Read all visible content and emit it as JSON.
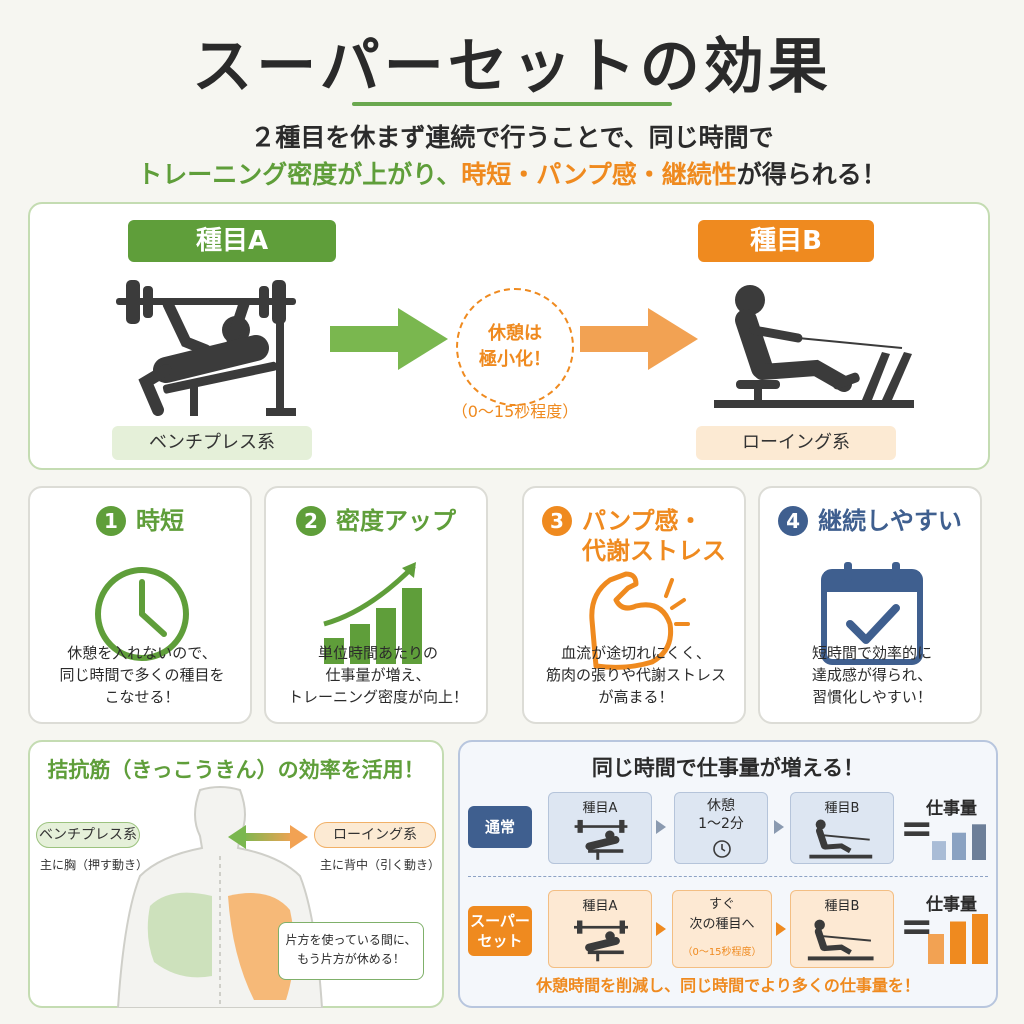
{
  "header": {
    "title": "スーパーセットの効果",
    "line1": "２種目を休まず連続で行うことで、同じ時間で",
    "line2_green": "トレーニング密度が上がり、",
    "line2_orange": "時短・パンプ感・継続性",
    "line2_tail": "が得られる！"
  },
  "flow": {
    "a_label": "種目A",
    "a_tag": "ベンチプレス系",
    "rest_line1": "休憩は",
    "rest_line2": "極小化！",
    "rest_seconds": "（0〜15秒程度）",
    "b_label": "種目B",
    "b_tag": "ローイング系"
  },
  "cards": [
    {
      "num": "1",
      "title": "時短",
      "text": "休憩を入れないので、\n同じ時間で多くの種目を\nこなせる！",
      "color": "#5f9e3a",
      "icon": "clock-icon"
    },
    {
      "num": "2",
      "title": "密度アップ",
      "text": "単位時間あたりの\n仕事量が増え、\nトレーニング密度が向上！",
      "color": "#5f9e3a",
      "icon": "bar-chart-up-icon"
    },
    {
      "num": "3",
      "title": "パンプ感・\n代謝ストレス",
      "text": "血流が途切れにくく、\n筋肉の張りや代謝ストレス\nが高まる！",
      "color": "#ef8a1f",
      "icon": "flexed-arm-icon"
    },
    {
      "num": "4",
      "title": "継続しやすい",
      "text": "短時間で効率的に\n達成感が得られ、\n習慣化しやすい！",
      "color": "#3f5f8f",
      "icon": "calendar-check-icon"
    }
  ],
  "antagonist": {
    "title": "拮抗筋（きっこうきん）の効率を活用！",
    "left_tag": "ベンチプレス系",
    "left_note": "主に胸（押す動き）",
    "right_tag": "ローイング系",
    "right_note": "主に背中（引く動き）",
    "bubble": "片方を使っている間に、\nもう片方が休める！"
  },
  "comparison": {
    "title": "同じ時間で仕事量が増える！",
    "normal_label": "通常",
    "normal_a": "種目A",
    "normal_rest": "休憩\n1〜2分",
    "normal_b": "種目B",
    "superset_label": "スーパー\nセット",
    "superset_a": "種目A",
    "superset_next": "すぐ\n次の種目へ",
    "superset_sec": "（0〜15秒程度）",
    "superset_b": "種目B",
    "work_label": "仕事量",
    "equal_sign": "=",
    "normal_bars": [
      0.45,
      0.65,
      0.85
    ],
    "superset_bars": [
      0.6,
      0.85,
      1.0
    ],
    "footer": "休憩時間を削減し、同じ時間でより多くの仕事量を！"
  },
  "colors": {
    "green": "#5f9e3a",
    "orange": "#ef8a1f",
    "navy": "#3f5f8f",
    "dark": "#3b3b3b"
  }
}
